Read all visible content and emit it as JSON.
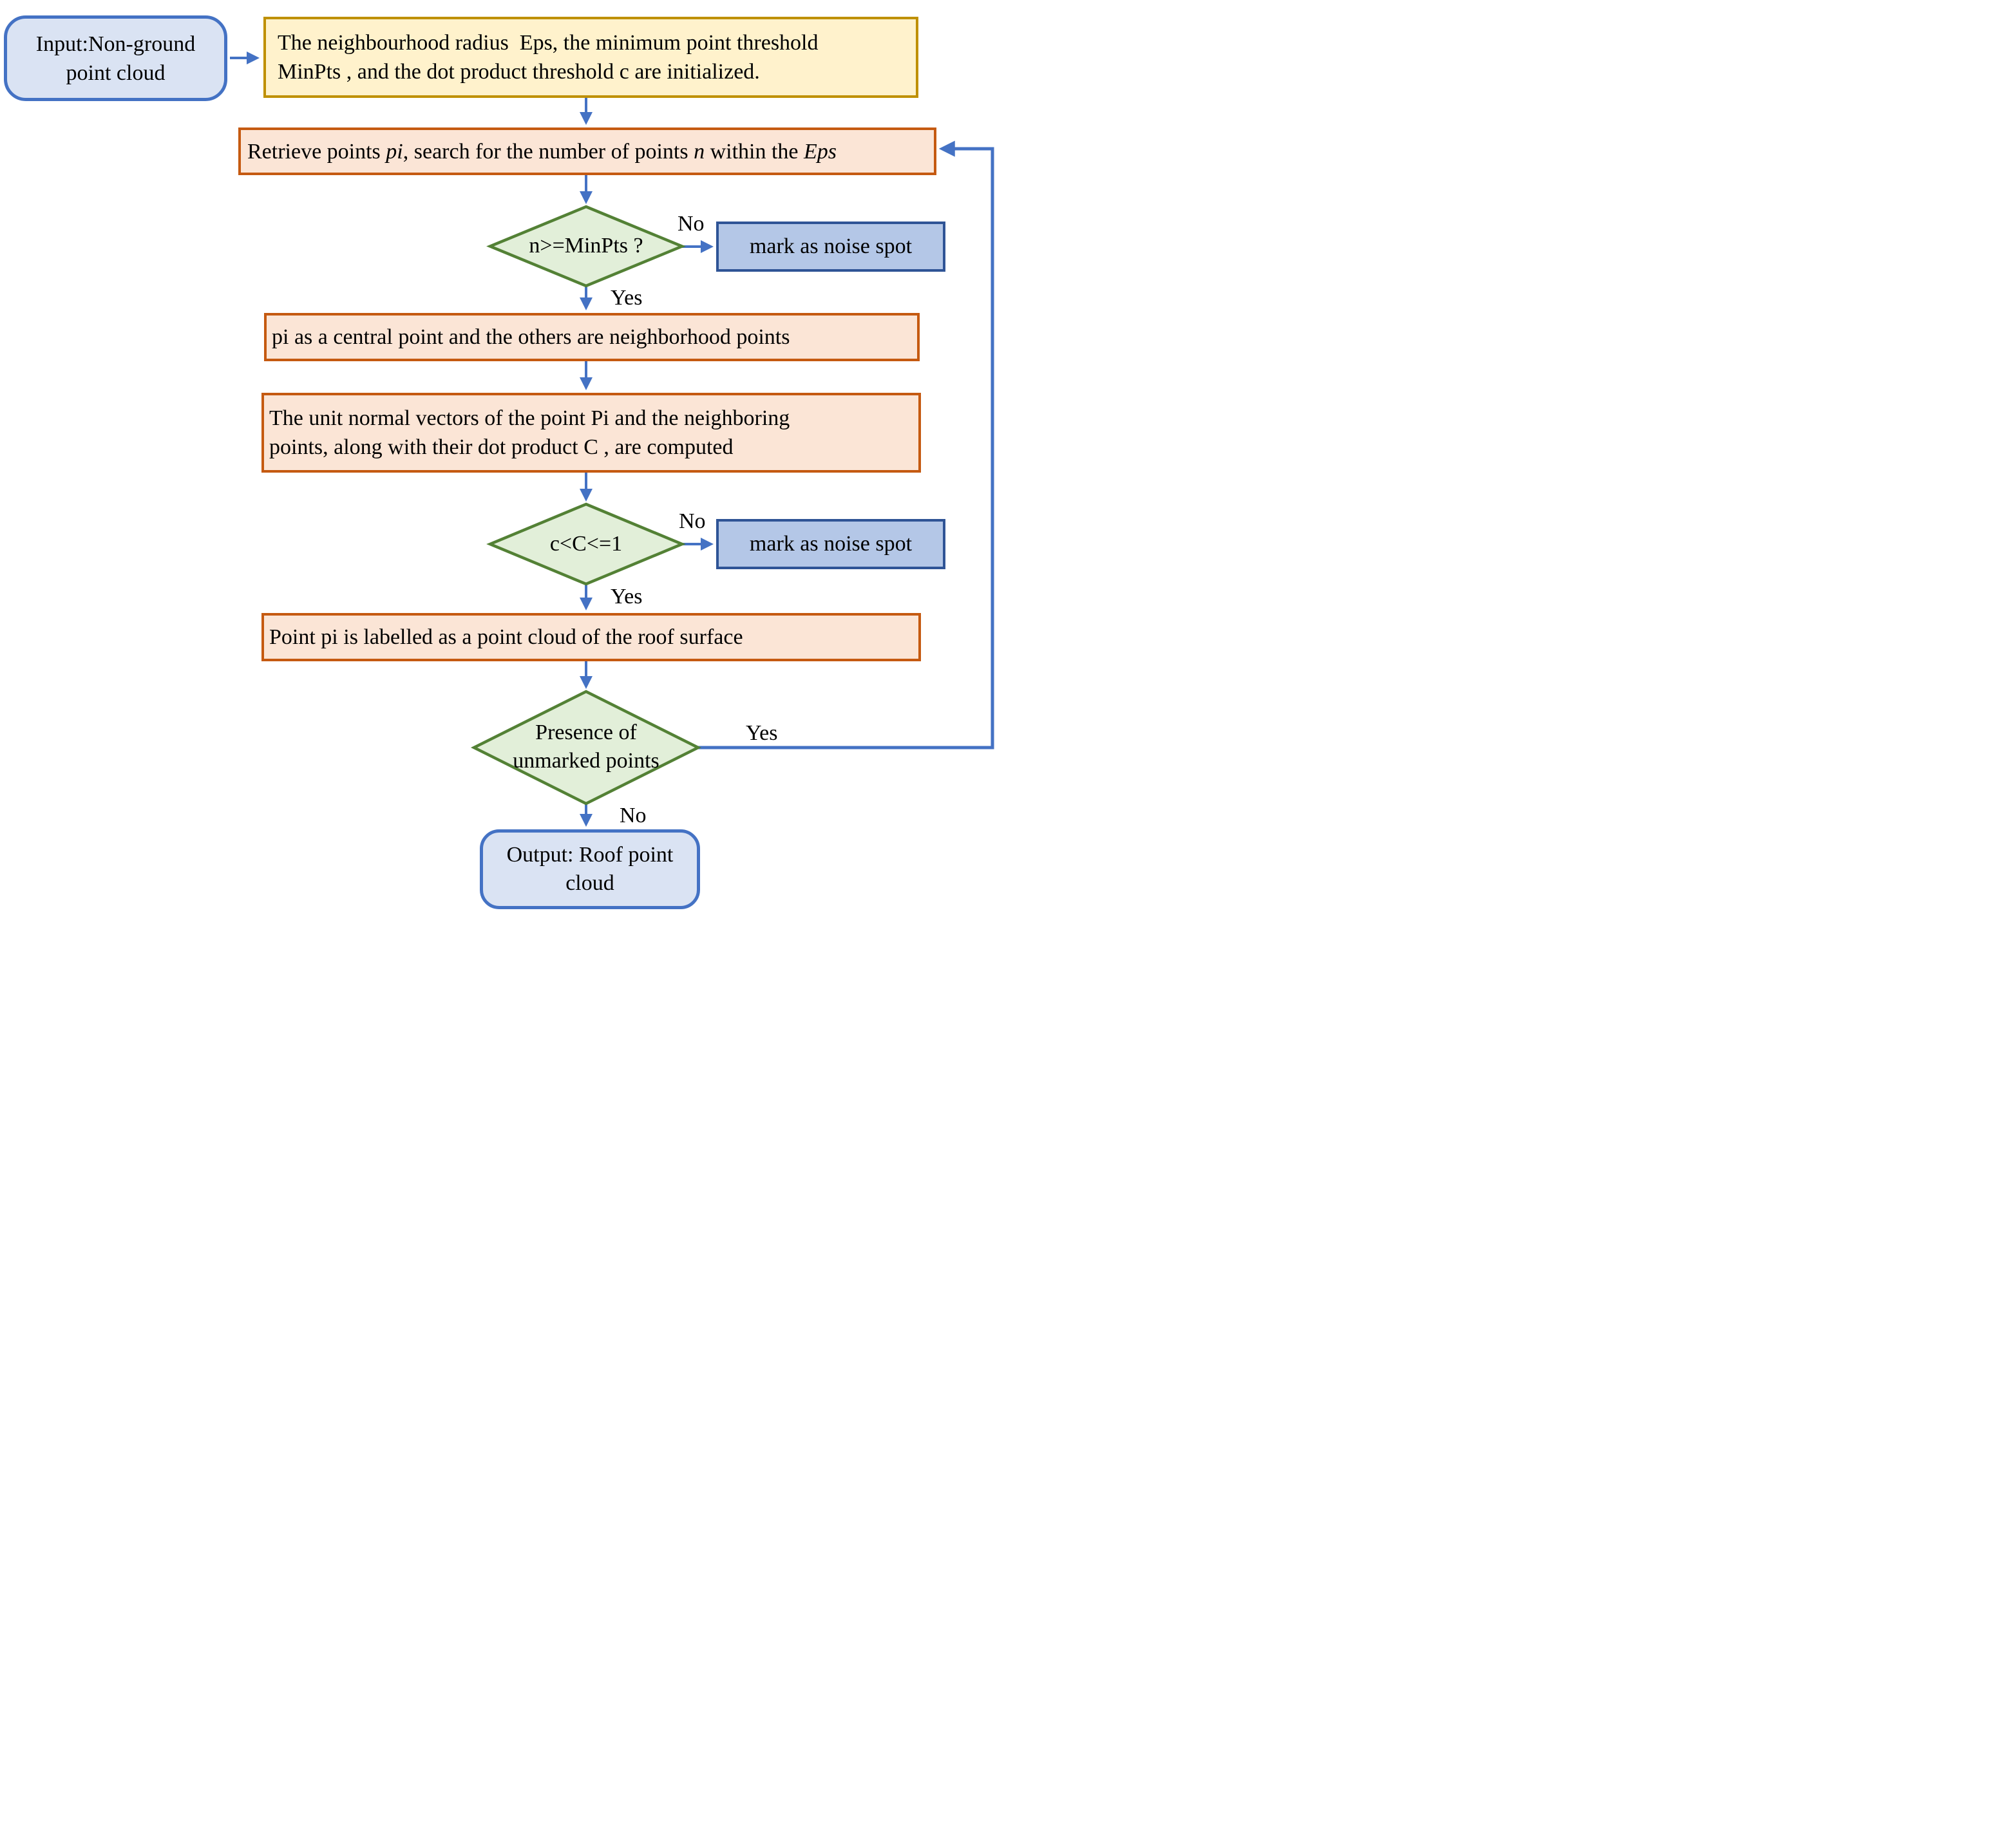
{
  "colors": {
    "arrow_blue": "#4472C4",
    "terminator_fill": "#DAE3F3",
    "terminator_border": "#4472C4",
    "init_fill": "#FFF2CC",
    "init_border": "#BF9000",
    "process_fill": "#FBE5D6",
    "process_border": "#C55A11",
    "decision_fill": "#E2EFD9",
    "decision_border": "#538135",
    "noise_fill": "#B4C7E7",
    "noise_border": "#2F5496"
  },
  "nodes": {
    "input": {
      "lines": [
        "Input:Non-ground",
        "point cloud"
      ]
    },
    "init": {
      "lines": [
        "The neighbourhood radius  Eps, the minimum point threshold",
        "MinPts , and the dot product threshold c are initialized."
      ]
    },
    "retrieve": {
      "segments": [
        "Retrieve points ",
        "pi",
        ", search for the number of points ",
        "n",
        " within the ",
        "Eps"
      ]
    },
    "decision1": {
      "label": "n>=MinPts ?"
    },
    "noise1": {
      "label": "mark as noise spot"
    },
    "central": {
      "label": "pi as a central point and the others are neighborhood points"
    },
    "normals": {
      "lines": [
        "The unit normal vectors of the point Pi and the neighboring",
        "points, along with their dot product C , are computed"
      ]
    },
    "decision2": {
      "label": "c<C<=1"
    },
    "noise2": {
      "label": "mark as noise spot"
    },
    "roof": {
      "label": "Point pi is labelled as a point cloud of the roof surface"
    },
    "decision3": {
      "lines": [
        "Presence of",
        "unmarked points"
      ]
    },
    "output": {
      "lines": [
        "Output: Roof point",
        "cloud"
      ]
    }
  },
  "edge_labels": {
    "no1": "No",
    "yes1": "Yes",
    "no2": "No",
    "yes2": "Yes",
    "yes3": "Yes",
    "no3": "No"
  }
}
